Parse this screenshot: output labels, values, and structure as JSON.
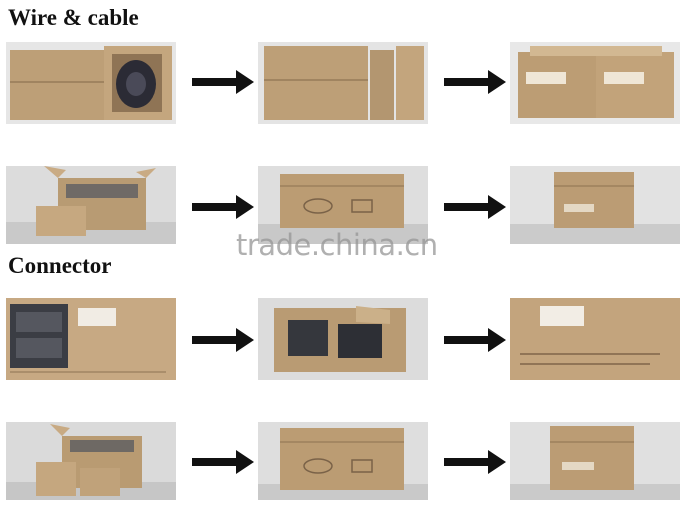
{
  "sections": [
    {
      "title": "Wire & cable"
    },
    {
      "title": "Connector"
    }
  ],
  "watermark": "trade.china.cn",
  "colors": {
    "cardboard": "#b89a72",
    "cardboard_dark": "#9c7f58",
    "arrow": "#111111",
    "background": "#ffffff"
  },
  "icons": [
    "arrow-right-icon"
  ]
}
